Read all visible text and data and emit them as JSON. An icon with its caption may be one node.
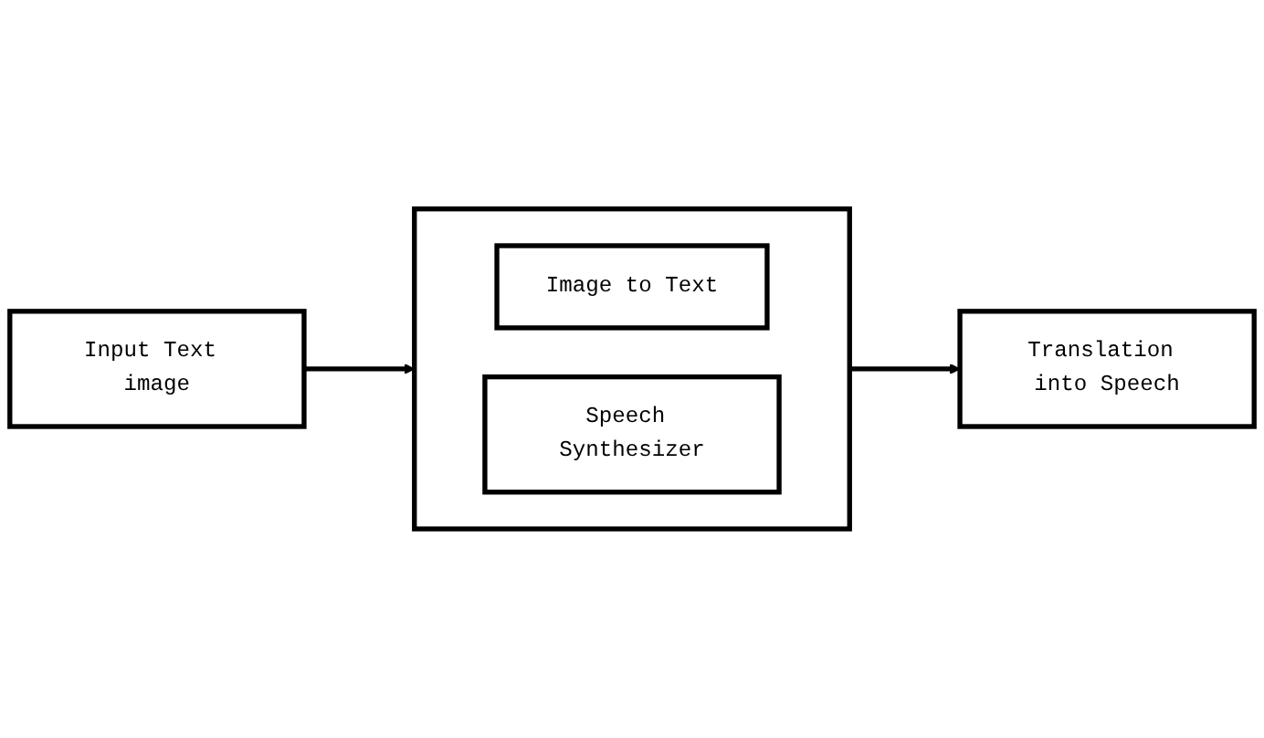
{
  "diagram": {
    "nodes": [
      {
        "text": [
          "Input Text image"
        ]
      },
      {
        "text": [],
        "shape": "box"
      },
      {
        "text": [
          "Image to Text"
        ],
        "in": 1
      },
      {
        "text": [
          "Speech Synthesizer"
        ],
        "in": 1
      },
      {
        "text": [
          "Translation into Speech"
        ]
      }
    ],
    "edges": [
      {
        "from": 0,
        "to": 1,
        "arrow": "to"
      },
      {
        "from": 1,
        "to": 4,
        "arrow": "to"
      }
    ]
  }
}
